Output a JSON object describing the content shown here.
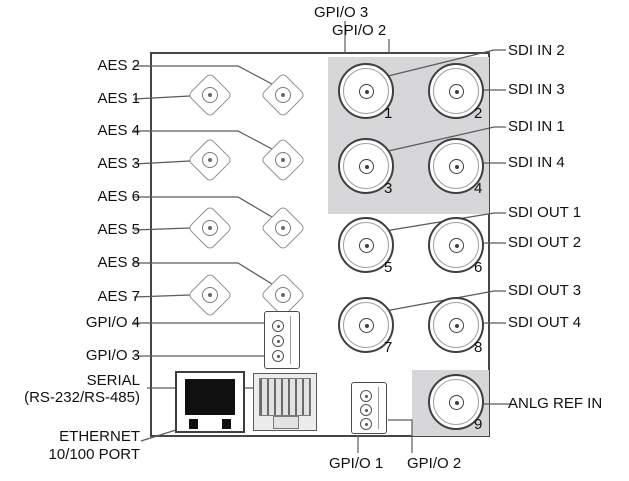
{
  "panel": {
    "top_labels": [
      "GPI/O 3",
      "GPI/O 2"
    ],
    "left_labels": [
      "AES 2",
      "AES 1",
      "AES 4",
      "AES 3",
      "AES 6",
      "AES 5",
      "AES 8",
      "AES 7",
      "GPI/O 4",
      "GPI/O 3",
      "SERIAL",
      "(RS-232/RS-485)",
      "ETHERNET",
      "10/100 PORT"
    ],
    "right_labels": [
      "SDI IN 2",
      "SDI IN 3",
      "SDI IN 1",
      "SDI IN 4",
      "SDI OUT 1",
      "SDI OUT 2",
      "SDI OUT 3",
      "SDI OUT 4",
      "ANLG REF IN"
    ],
    "bottom_labels": [
      "GPI/O 1",
      "GPI/O 2"
    ],
    "bnc_numbers": [
      "1",
      "2",
      "3",
      "4",
      "5",
      "6",
      "7",
      "8",
      "9"
    ]
  },
  "colors": {
    "shaded_area": "#d7d7d9",
    "line": "#5a5a5a",
    "panel_border": "#454545",
    "connector_stroke": "#3f3f3f",
    "text": "#111111"
  }
}
